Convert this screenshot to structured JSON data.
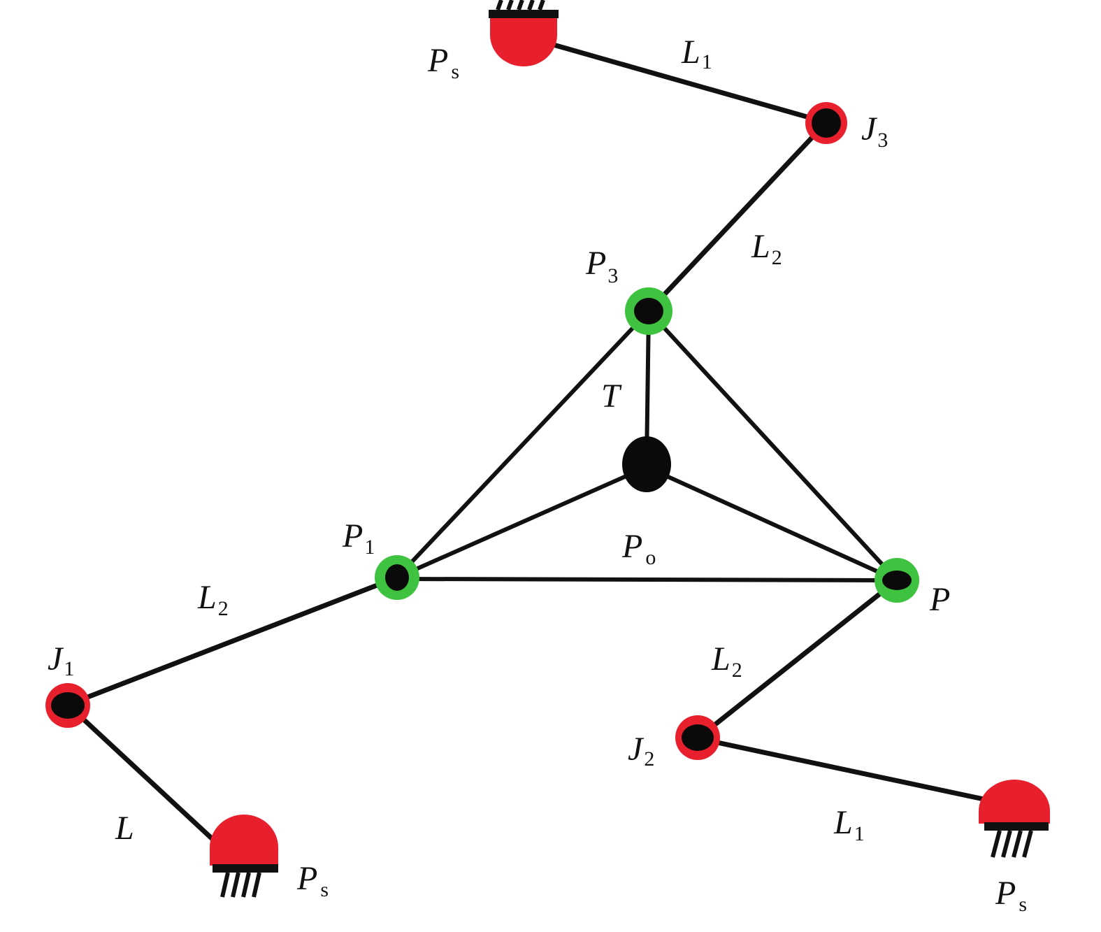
{
  "colors": {
    "link": "#111111",
    "joint_ring": "#e8202e",
    "platform_ring": "#3fc23f",
    "base_fill": "#e8202e",
    "joint_center": "#0a0a0a",
    "background": "#ffffff"
  },
  "labels": {
    "ps_top": {
      "main": "P",
      "sub": "s"
    },
    "l1_top": {
      "main": "L",
      "sub": "1"
    },
    "j3": {
      "main": "J",
      "sub": "3"
    },
    "l2_right": {
      "main": "L",
      "sub": "2"
    },
    "p3": {
      "main": "P",
      "sub": "3"
    },
    "t": {
      "main": "T",
      "sub": ""
    },
    "p1": {
      "main": "P",
      "sub": "1"
    },
    "po": {
      "main": "P",
      "sub": "o"
    },
    "p": {
      "main": "P",
      "sub": ""
    },
    "l2_left": {
      "main": "L",
      "sub": "2"
    },
    "j1": {
      "main": "J",
      "sub": "1"
    },
    "l2_lower": {
      "main": "L",
      "sub": "2"
    },
    "j2": {
      "main": "J",
      "sub": "2"
    },
    "l_left": {
      "main": "L",
      "sub": ""
    },
    "ps_left": {
      "main": "P",
      "sub": "s"
    },
    "l1_lower": {
      "main": "L",
      "sub": "1"
    },
    "ps_right": {
      "main": "P",
      "sub": "s"
    }
  }
}
